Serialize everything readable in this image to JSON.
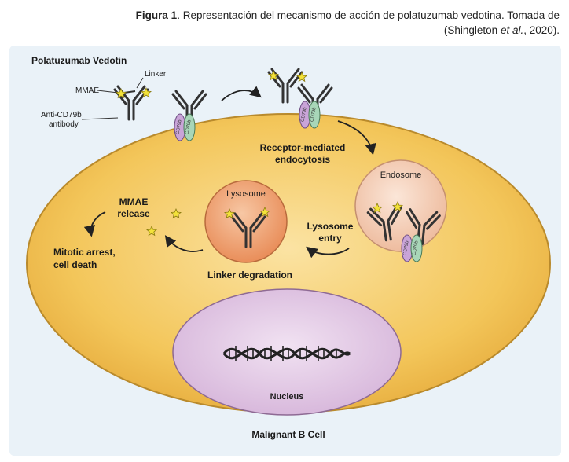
{
  "caption": {
    "label": "Figura 1",
    "text_a": ". Representación del mecanismo de acción de polatuzumab vedotina. Tomada de (Shingleton ",
    "text_italic": "et al.",
    "text_b": ", 2020)."
  },
  "diagram": {
    "title": "Polatuzumab Vedotin",
    "legend_mmae": "MMAE",
    "legend_linker": "Linker",
    "legend_antibody_1": "Anti-CD79b",
    "legend_antibody_2": "antibody",
    "receptor_text": "CD79b",
    "endocytosis_1": "Receptor-mediated",
    "endocytosis_2": "endocytosis",
    "endosome": "Endosome",
    "lysosome": "Lysosome",
    "lysosome_entry_1": "Lysosome",
    "lysosome_entry_2": "entry",
    "linker_degradation": "Linker degradation",
    "mmae_release_1": "MMAE",
    "mmae_release_2": "release",
    "mitotic_1": "Mitotic arrest,",
    "mitotic_2": "cell death",
    "nucleus": "Nucleus",
    "cell": "Malignant B Cell"
  },
  "colors": {
    "panel_bg": "#eaf2f8",
    "cell_fill": "#f3c65a",
    "cell_stroke": "#b98a2c",
    "endosome_fill": "#f6d2bd",
    "lysosome_fill": "#f1a77a",
    "nucleus_fill": "#e4cbe6",
    "star": "#f3e23a"
  }
}
